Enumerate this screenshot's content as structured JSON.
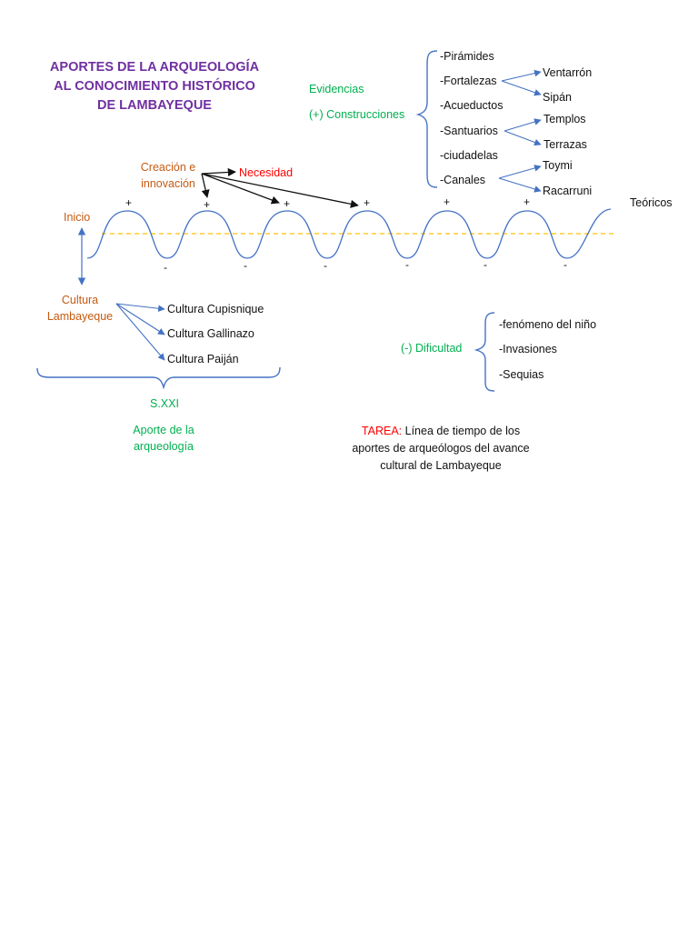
{
  "colors": {
    "title": "#7030a0",
    "orange": "#c55a11",
    "green": "#00b050",
    "red": "#ff0000",
    "blue_line": "#4472c4",
    "dashed": "#ffc000",
    "black": "#111111"
  },
  "title": {
    "lines": [
      "APORTES DE LA ARQUEOLOGÍA",
      "AL CONOCIMIENTO HISTÓRICO",
      "DE LAMBAYEQUE"
    ]
  },
  "evidencias": {
    "label": "Evidencias",
    "construcciones": "(+) Construcciones",
    "items": [
      "-Pirámides",
      "-Fortalezas",
      "-Acueductos",
      "-Santuarios",
      "-ciudadelas",
      "-Canales"
    ],
    "fortalezas_sub": [
      "Ventarrón",
      "Sipán"
    ],
    "santuarios_sub": [
      "Templos",
      "Terrazas"
    ],
    "canales_sub": [
      "Toymi",
      "Racarruni"
    ]
  },
  "creacion": {
    "line1": "Creación e",
    "line2": "innovación",
    "necesidad": "Necesidad"
  },
  "timeline": {
    "inicio": "Inicio",
    "teoricos": "Teóricos",
    "plus": "+",
    "minus": "-"
  },
  "cultura": {
    "line1": "Cultura",
    "line2": "Lambayeque",
    "items": [
      "Cultura Cupisnique",
      "Cultura Gallinazo",
      "Cultura Paiján"
    ]
  },
  "dificultad": {
    "label": "(-) Dificultad",
    "items": [
      "-fenómeno del niño",
      "-Invasiones",
      "-Sequias"
    ]
  },
  "sxxi": "S.XXI",
  "aporte": {
    "line1": "Aporte de la",
    "line2": "arqueología"
  },
  "tarea": {
    "label": "TAREA:",
    "text1": " Línea de tiempo de los",
    "text2": "aportes de arqueólogos del avance",
    "text3": "cultural de Lambayeque"
  }
}
